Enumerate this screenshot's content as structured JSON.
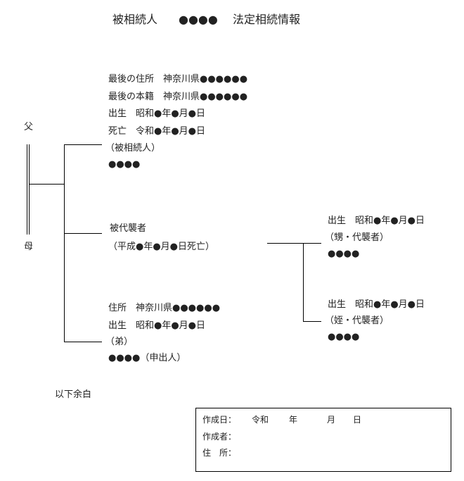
{
  "title": {
    "prefix": "被相続人",
    "name": "●●●●",
    "suffix": "法定相続情報"
  },
  "father_label": "父",
  "mother_label": "母",
  "decedent": {
    "last_address": "最後の住所　神奈川県●●●●●●",
    "last_domicile": "最後の本籍　神奈川県●●●●●●",
    "birth": "出生　昭和●年●月●日",
    "death": "死亡　令和●年●月●日",
    "role": "（被相続人）",
    "name": "●●●●"
  },
  "substituted": {
    "role": "被代襲者",
    "note": "（平成●年●月●日死亡）"
  },
  "nephew_1": {
    "birth": "出生　昭和●年●月●日",
    "role": "（甥・代襲者）",
    "name": "●●●●"
  },
  "nephew_2": {
    "birth": "出生　昭和●年●月●日",
    "role": "（姪・代襲者）",
    "name": "●●●●"
  },
  "brother": {
    "address": "住所　神奈川県●●●●●●",
    "birth": "出生　昭和●年●月●日",
    "role": "（弟）",
    "name": "●●●●（申出人）"
  },
  "end_note": "以下余白",
  "footer": {
    "date_label": "作成日：",
    "era": "令和",
    "year": "年",
    "month": "月",
    "day": "日",
    "author_label": "作成者：",
    "address_label": "住　所："
  }
}
